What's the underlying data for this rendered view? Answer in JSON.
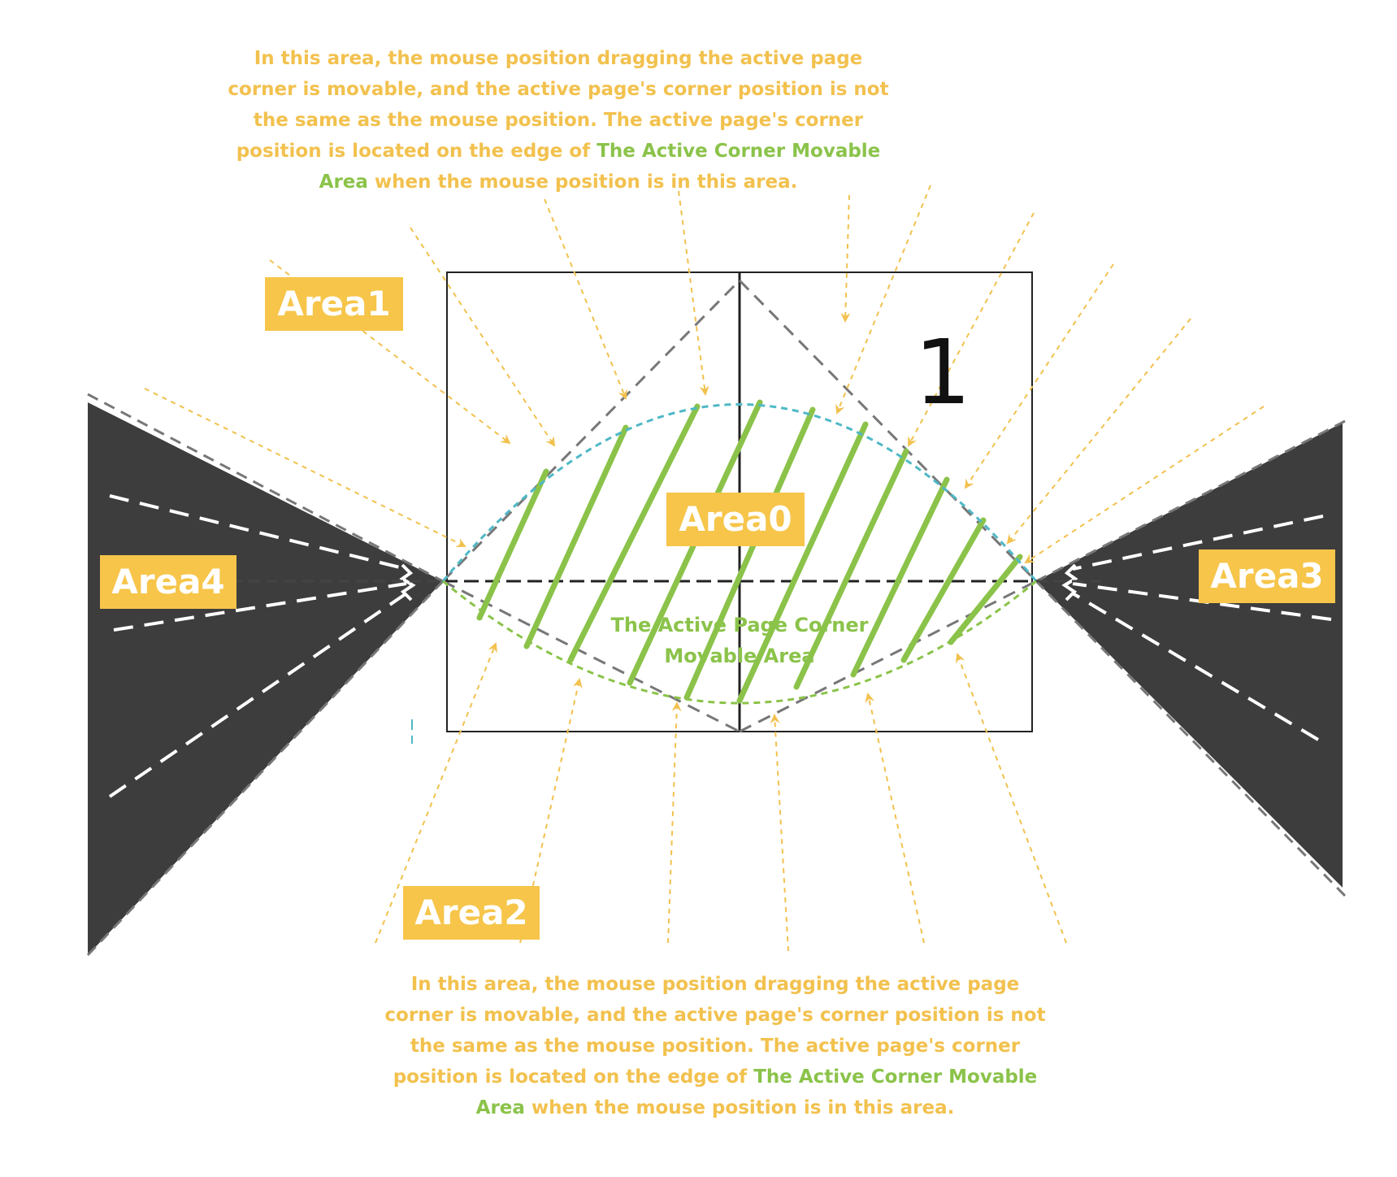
{
  "notes": {
    "top": {
      "before": "In this area, the mouse position dragging the active page corner is movable, and the active page's corner position is not the same as the mouse position. The active page's corner position is located on the edge of ",
      "highlight": "The Active Corner Movable Area",
      "after": " when the mouse position is in this area."
    },
    "bottom": {
      "before": "In this area, the mouse position dragging the active page corner is movable, and the active page's corner position is not the same as the mouse position. The active page's corner position is located on the edge of ",
      "highlight": "The Active Corner Movable Area",
      "after": " when the mouse position is in this area."
    }
  },
  "areas": {
    "area0": "Area0",
    "area1": "Area1",
    "area2": "Area2",
    "area3": "Area3",
    "area4": "Area4"
  },
  "movable_area_caption": "The Active Page Corner Movable Area",
  "page_number": "1",
  "colors": {
    "note_text": "#f2c14e",
    "highlight_text": "#8bc34a",
    "label_bg": "#f6c54a",
    "dark_region": "#3d3d3d",
    "hatch": "#8bc34a",
    "upper_arc": "#4fb8c6",
    "lower_arc": "#8bc34a",
    "arrow": "#f2c14e"
  }
}
